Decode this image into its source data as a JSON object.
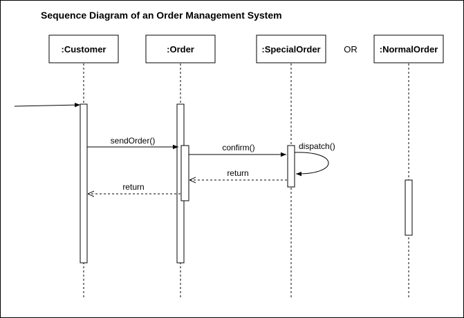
{
  "title": "Sequence Diagram of an Order Management System",
  "lifelines": [
    {
      "id": "customer",
      "label": ":Customer"
    },
    {
      "id": "order",
      "label": ":Order"
    },
    {
      "id": "special",
      "label": ":SpecialOrder"
    },
    {
      "id": "normal",
      "label": ":NormalOrder"
    }
  ],
  "separator": "OR",
  "messages": [
    {
      "id": "send-order",
      "label": "sendOrder()",
      "type": "sync"
    },
    {
      "id": "confirm",
      "label": "confirm()",
      "type": "sync"
    },
    {
      "id": "dispatch",
      "label": "dispatch()",
      "type": "self"
    },
    {
      "id": "return-special",
      "label": "return",
      "type": "return"
    },
    {
      "id": "return-order",
      "label": "return",
      "type": "return"
    }
  ]
}
